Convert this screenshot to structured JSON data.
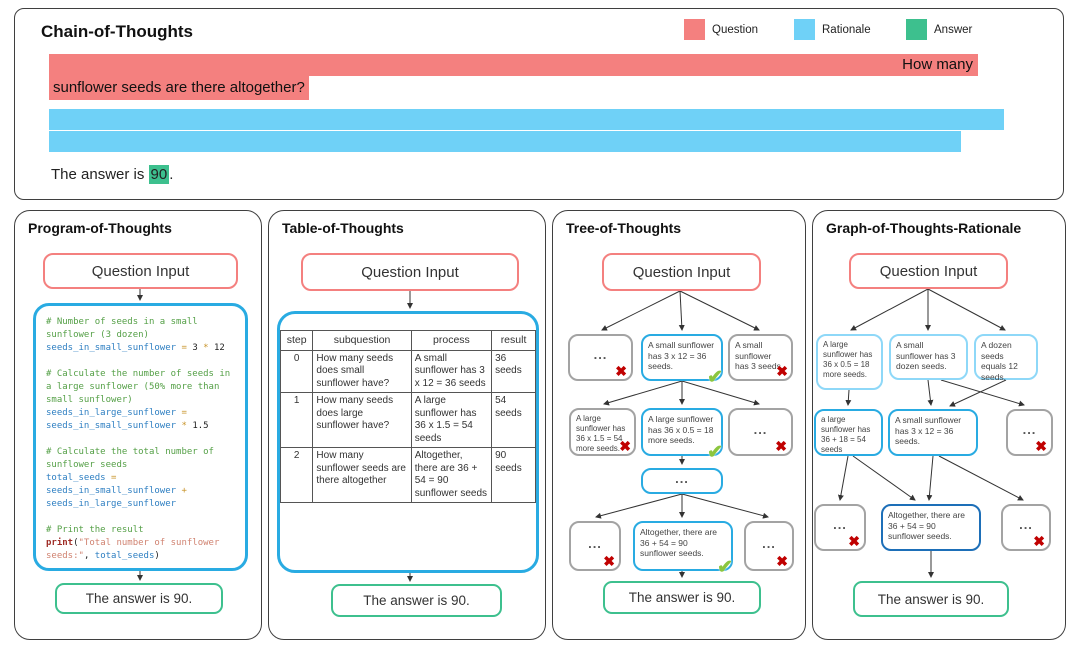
{
  "icons": {
    "cross": "✖",
    "check": "✔"
  },
  "colors": {
    "question": "#f4807f",
    "rationale": "#6fd1f7",
    "answer": "#3dc08e"
  },
  "chain": {
    "title": "Chain-of-Thoughts",
    "legend": [
      {
        "label": "Question"
      },
      {
        "label": "Rationale"
      },
      {
        "label": "Answer"
      }
    ],
    "question_tail": "How many",
    "question_line2": "sunflower seeds are there altogether?",
    "answer_prefix": "The answer is ",
    "answer_value": "90",
    "answer_suffix": "."
  },
  "pot": {
    "title": "Program-of-Thoughts",
    "input_label": "Question Input",
    "answer": "The answer is 90.",
    "code": [
      [
        [
          "c",
          "# Number of seeds in a small"
        ]
      ],
      [
        [
          "c",
          "sunflower (3 dozen)"
        ]
      ],
      [
        [
          "v",
          "seeds_in_small_sunflower"
        ],
        [
          "o",
          " = "
        ],
        [
          "k",
          "3 "
        ],
        [
          "o",
          "*"
        ],
        [
          "k",
          " 12"
        ]
      ],
      [],
      [
        [
          "c",
          "# Calculate the number of seeds in"
        ]
      ],
      [
        [
          "c",
          "a large sunflower (50% more than"
        ]
      ],
      [
        [
          "c",
          "small sunflower)"
        ]
      ],
      [
        [
          "v",
          "seeds_in_large_sunflower"
        ],
        [
          "o",
          " ="
        ]
      ],
      [
        [
          "v",
          "seeds_in_small_sunflower"
        ],
        [
          "o",
          " * "
        ],
        [
          "k",
          "1.5"
        ]
      ],
      [],
      [
        [
          "c",
          "# Calculate the total number of"
        ]
      ],
      [
        [
          "c",
          "sunflower seeds"
        ]
      ],
      [
        [
          "v",
          "total_seeds"
        ],
        [
          "o",
          " ="
        ]
      ],
      [
        [
          "v",
          "seeds_in_small_sunflower"
        ],
        [
          "o",
          " +"
        ]
      ],
      [
        [
          "v",
          "seeds_in_large_sunflower"
        ]
      ],
      [],
      [
        [
          "c",
          "# Print the result"
        ]
      ],
      [
        [
          "p",
          "print"
        ],
        [
          "k",
          "("
        ],
        [
          "s",
          "\"Total number of sunflower"
        ]
      ],
      [
        [
          "s",
          "seeds:\""
        ],
        [
          "k",
          ", "
        ],
        [
          "v",
          "total_seeds"
        ],
        [
          "k",
          ")"
        ]
      ]
    ]
  },
  "tableot": {
    "title": "Table-of-Thoughts",
    "input_label": "Question Input",
    "headers": [
      "step",
      "subquestion",
      "process",
      "result"
    ],
    "rows": [
      [
        "0",
        "How many seeds does small sunflower have?",
        "A small sunflower has 3 x 12 = 36 seeds",
        "36 seeds"
      ],
      [
        "1",
        "How many seeds does large sunflower have?",
        "A large sunflower has 36 x 1.5 = 54 seeds",
        "54 seeds"
      ],
      [
        "2",
        "How many sunflower seeds are there altogether",
        "Altogether, there are 36 + 54 = 90 sunflower seeds",
        "90 seeds"
      ]
    ],
    "answer": "The answer is 90."
  },
  "tree": {
    "title": "Tree-of-Thoughts",
    "input_label": "Question Input",
    "l1": [
      {
        "text": "..."
      },
      {
        "text": "A small sunflower has 3 x 12 = 36 seeds."
      },
      {
        "text": "A small sunflower has 3 seeds."
      }
    ],
    "l2": [
      {
        "text": "A large sunflower has 36 x 1.5 = 54 more seeds."
      },
      {
        "text": "A large sunflower has 36 x 0.5 = 18 more seeds."
      },
      {
        "text": "..."
      }
    ],
    "mid": {
      "text": "..."
    },
    "l3": [
      {
        "text": "..."
      },
      {
        "text": "Altogether, there are 36 + 54 = 90 sunflower seeds."
      },
      {
        "text": "..."
      }
    ],
    "answer": "The answer is 90."
  },
  "graph": {
    "title": "Graph-of-Thoughts-Rationale",
    "input_label": "Question Input",
    "l1": [
      {
        "text": "A large sunflower has 36 x 0.5 = 18 more seeds."
      },
      {
        "text": "A small sunflower has 3 dozen seeds."
      },
      {
        "text": "A dozen seeds equals 12 seeds."
      }
    ],
    "l2": [
      {
        "text": "a large sunflower has 36 + 18 = 54 seeds"
      },
      {
        "text": "A small sunflower has 3 x 12 = 36 seeds."
      },
      {
        "text": "..."
      }
    ],
    "l3": [
      {
        "text": "..."
      },
      {
        "text": "Altogether, there are 36 + 54 = 90 sunflower seeds."
      },
      {
        "text": "..."
      }
    ],
    "answer": "The answer is 90."
  }
}
